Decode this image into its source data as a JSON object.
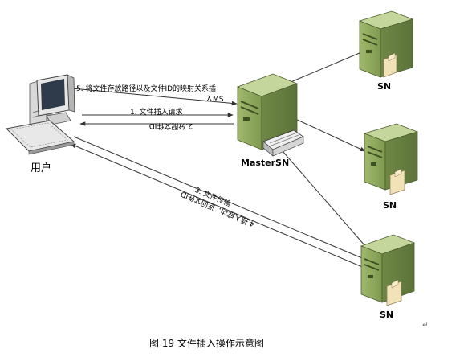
{
  "nodes": {
    "user": "用户",
    "master": "MasterSN",
    "sn1": "SN",
    "sn2": "SN",
    "sn3": "SN"
  },
  "steps": {
    "s1": "1. 文件插入请求",
    "s2": "2.分配文件ID",
    "s3": "3. 文件传输",
    "s4": "4.插入成功，返回文件ID",
    "s5_line1": "5. 将文件存放路径以及文件ID的映射关系插",
    "s5_line2": "入MS"
  },
  "caption": "图 19 文件插入操作示意图",
  "mark": "↵",
  "colors": {
    "server_body": "#8ba65a",
    "server_dark": "#6d8545",
    "server_light": "#b7cc8a",
    "folder": "#f1e2b8",
    "line": "#444444"
  }
}
